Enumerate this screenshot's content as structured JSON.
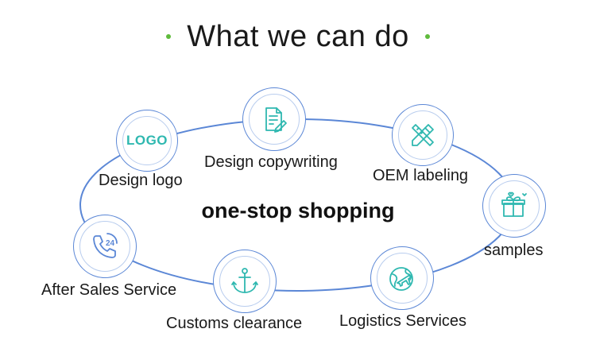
{
  "header": {
    "title": "What we can do"
  },
  "center_text": "one-stop shopping",
  "services": [
    {
      "label": "Design logo",
      "icon": "logo-icon",
      "icon_text": "LOGO"
    },
    {
      "label": "Design copywriting",
      "icon": "document-pen-icon"
    },
    {
      "label": "OEM labeling",
      "icon": "pencil-ruler-icon"
    },
    {
      "label": "samples",
      "icon": "gift-box-icon"
    },
    {
      "label": "Logistics Services",
      "icon": "globe-plane-icon"
    },
    {
      "label": "Customs clearance",
      "icon": "anchor-icon"
    },
    {
      "label": "After Sales Service",
      "icon": "phone-24-icon",
      "icon_text": "24"
    }
  ],
  "colors": {
    "ring": "#5b87d6",
    "icon": "#2fb8b0",
    "bullet": "#5fbb3c"
  }
}
